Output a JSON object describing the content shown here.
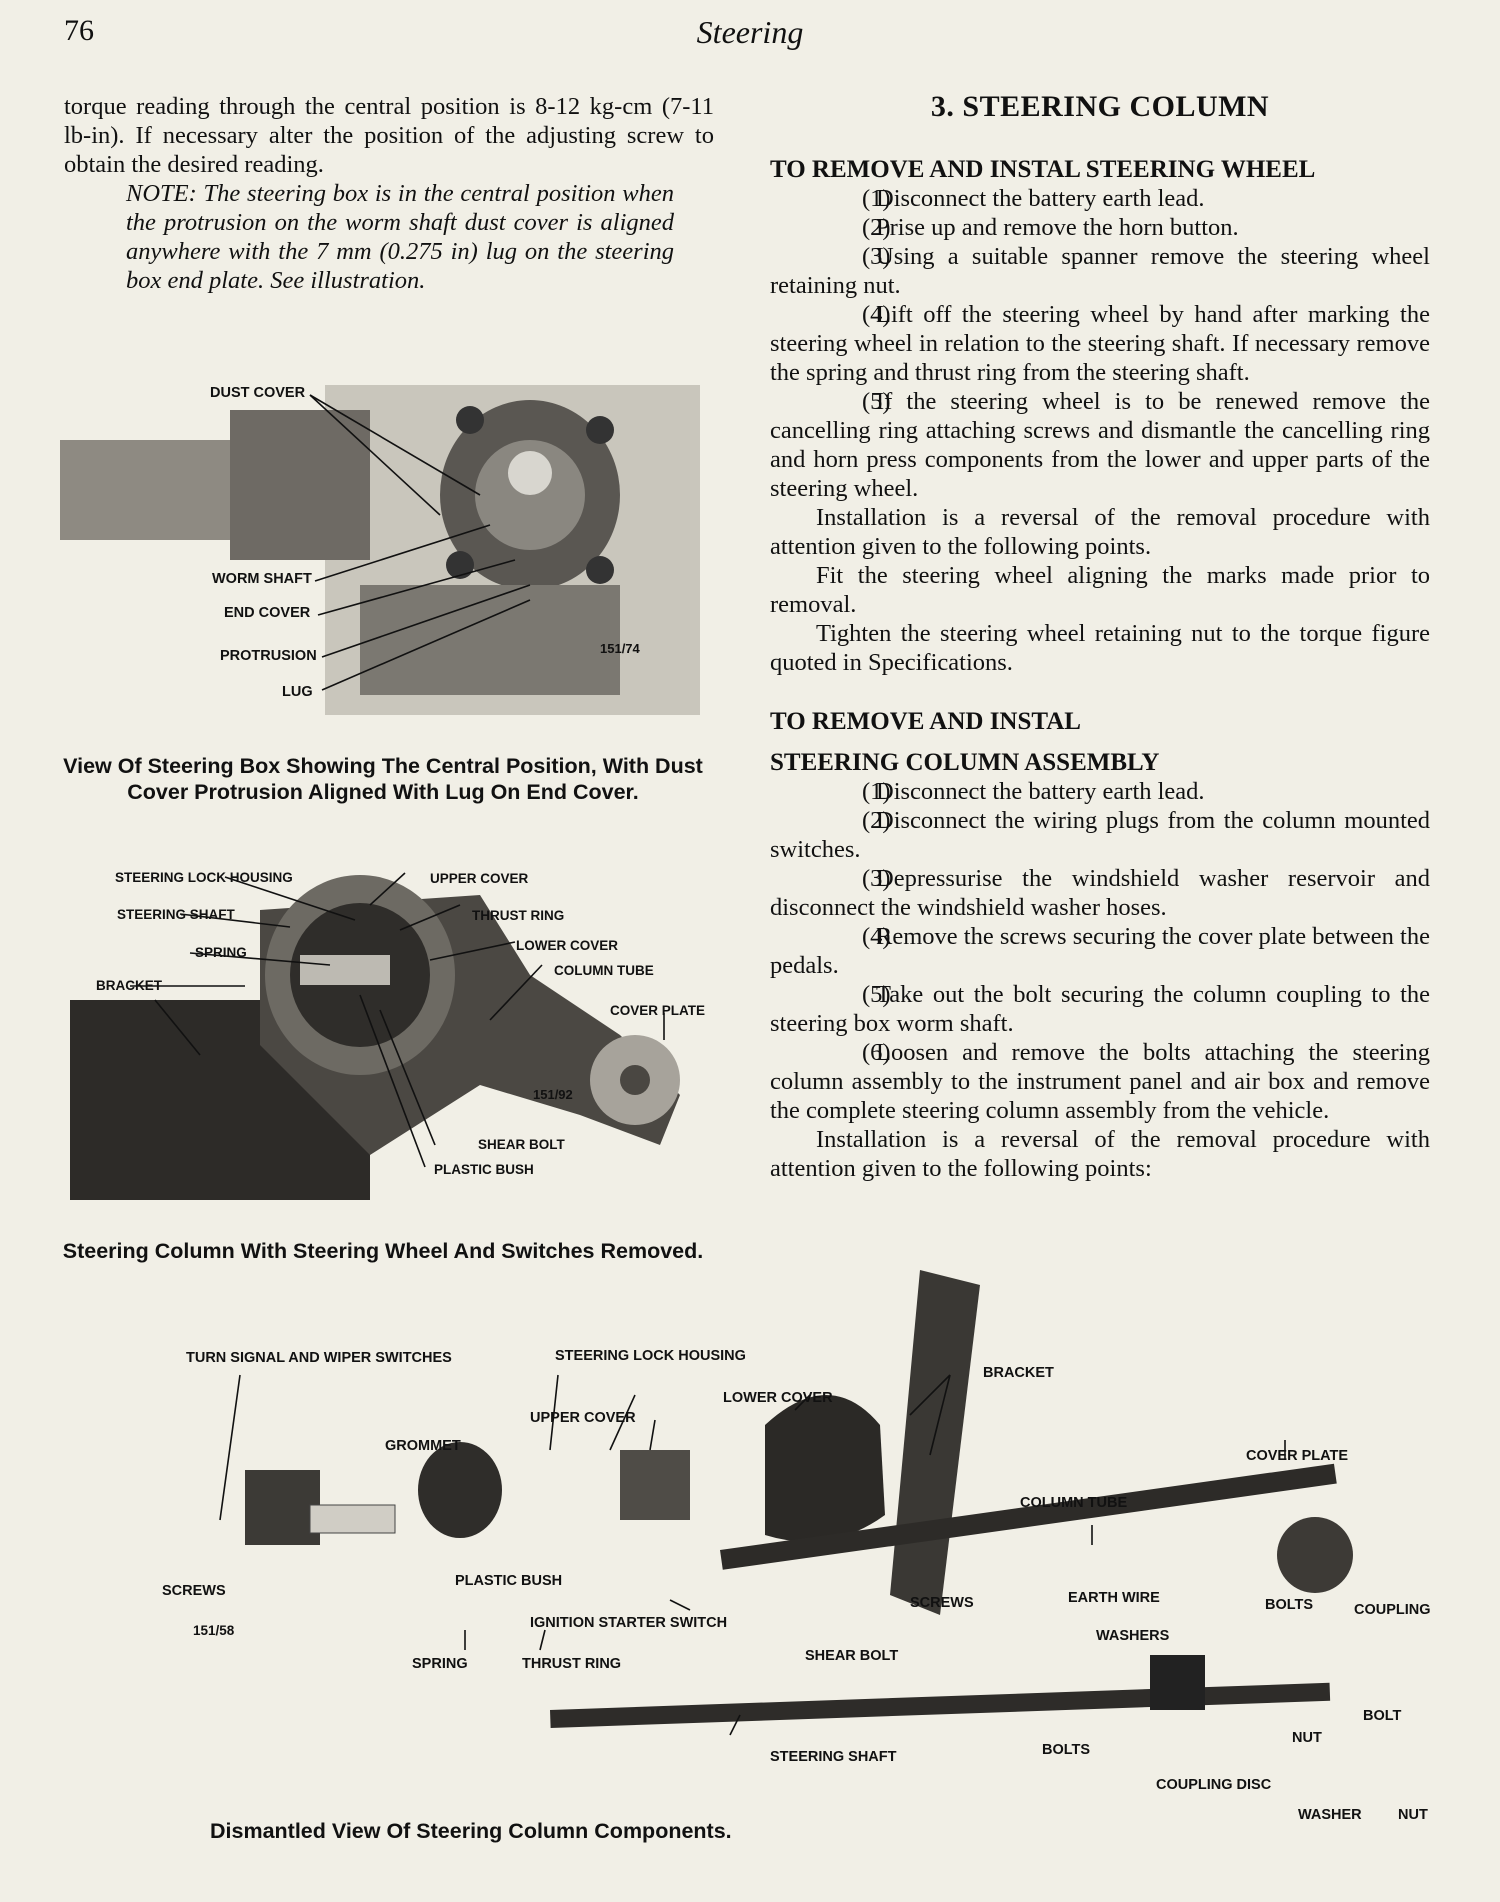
{
  "header": {
    "page_number": "76",
    "title": "Steering"
  },
  "left": {
    "intro": "torque reading through the central position is 8-12 kg-cm (7-11 lb-in). If necessary alter the position of the adjusting screw to obtain the desired reading.",
    "note": "NOTE: The steering box is in the central position when the protrusion on the worm shaft dust cover is aligned anywhere with the 7 mm (0.275 in) lug on the steering box end plate. See illustration."
  },
  "figure1": {
    "labels": {
      "dust_cover": "DUST COVER",
      "worm_shaft": "WORM SHAFT",
      "end_cover": "END COVER",
      "protrusion": "PROTRUSION",
      "lug": "LUG",
      "ref": "151/74"
    },
    "caption": "View Of Steering Box Showing The Central Position, With Dust Cover Protrusion Aligned With Lug On End Cover."
  },
  "figure2": {
    "labels": {
      "steering_lock_housing": "STEERING LOCK HOUSING",
      "steering_shaft": "STEERING SHAFT",
      "spring": "SPRING",
      "bracket": "BRACKET",
      "upper_cover": "UPPER COVER",
      "thrust_ring": "THRUST RING",
      "lower_cover": "LOWER COVER",
      "column_tube": "COLUMN TUBE",
      "cover_plate": "COVER PLATE",
      "ref": "151/92",
      "shear_bolt": "SHEAR BOLT",
      "plastic_bush": "PLASTIC BUSH"
    },
    "caption": "Steering Column With Steering Wheel And Switches Removed."
  },
  "right": {
    "section_title": "3.   STEERING COLUMN",
    "sub1": "TO REMOVE AND INSTAL STEERING WHEEL",
    "steps1": [
      {
        "n": "(1)",
        "t": "Disconnect the battery earth lead."
      },
      {
        "n": "(2)",
        "t": "Prise up and remove the horn button."
      },
      {
        "n": "(3)",
        "t": "Using a suitable spanner remove the steering wheel retaining nut."
      },
      {
        "n": "(4)",
        "t": "Lift off the steering wheel by hand after marking the steering wheel in relation to the steering shaft. If necessary remove the spring and thrust ring from the steering shaft."
      },
      {
        "n": "(5)",
        "t": "If the steering wheel is to be renewed remove the cancelling ring attaching screws and dismantle the cancelling ring and horn press components from the lower and upper parts of the steering wheel."
      }
    ],
    "para1": "Installation is a reversal of the removal procedure with attention given to the following points.",
    "para2": "Fit the steering wheel aligning the marks made prior to removal.",
    "para3": "Tighten the steering wheel retaining nut to the torque figure quoted in Specifications.",
    "sub2a": "TO REMOVE AND INSTAL",
    "sub2b": "STEERING COLUMN ASSEMBLY",
    "steps2": [
      {
        "n": "(1)",
        "t": "Disconnect the battery earth lead."
      },
      {
        "n": "(2)",
        "t": "Disconnect the wiring plugs from the column mounted switches."
      },
      {
        "n": "(3)",
        "t": "Depressurise the windshield washer reservoir and disconnect the windshield washer hoses."
      },
      {
        "n": "(4)",
        "t": "Remove the screws securing the cover plate between the pedals."
      },
      {
        "n": "(5)",
        "t": "Take out the bolt securing the column coupling to the steering box worm shaft."
      },
      {
        "n": "(6)",
        "t": "Loosen and remove the bolts attaching the steering column assembly to the instrument panel and air box and remove the complete steering column assembly from the vehicle."
      }
    ],
    "para4": "Installation is a reversal of the removal procedure with attention given to the following points:"
  },
  "figure3": {
    "labels": {
      "turn_signal": "TURN SIGNAL AND WIPER SWITCHES",
      "steering_lock_housing": "STEERING LOCK HOUSING",
      "bracket": "BRACKET",
      "lower_cover": "LOWER COVER",
      "upper_cover": "UPPER COVER",
      "grommet": "GROMMET",
      "cover_plate": "COVER PLATE",
      "column_tube": "COLUMN TUBE",
      "screws_left": "SCREWS",
      "ref": "151/58",
      "plastic_bush": "PLASTIC BUSH",
      "ignition": "IGNITION STARTER SWITCH",
      "screws_mid": "SCREWS",
      "earth_wire": "EARTH WIRE",
      "bolts_top": "BOLTS",
      "coupling": "COUPLING",
      "washers": "WASHERS",
      "shear_bolt": "SHEAR BOLT",
      "spring": "SPRING",
      "thrust_ring": "THRUST RING",
      "bolt": "BOLT",
      "nut_mid": "NUT",
      "bolts_bottom": "BOLTS",
      "steering_shaft": "STEERING SHAFT",
      "coupling_disc": "COUPLING DISC",
      "washer": "WASHER",
      "nut_bottom": "NUT"
    },
    "caption": "Dismantled View Of Steering Column Components."
  }
}
